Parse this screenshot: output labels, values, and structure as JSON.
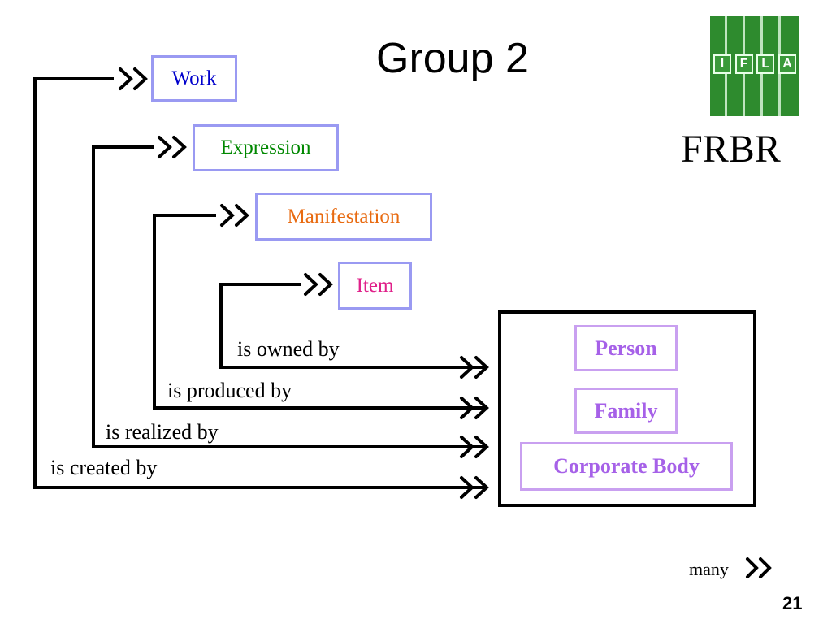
{
  "slide": {
    "title": "Group 2",
    "subtitle": "FRBR",
    "page_number": "21",
    "logo_letters": [
      "I",
      "F",
      "L",
      "A"
    ]
  },
  "group1": [
    {
      "label": "Work",
      "color": "#0000cc"
    },
    {
      "label": "Expression",
      "color": "#008800"
    },
    {
      "label": "Manifestation",
      "color": "#e86a10"
    },
    {
      "label": "Item",
      "color": "#e0208a"
    }
  ],
  "group2": [
    {
      "label": "Person"
    },
    {
      "label": "Family"
    },
    {
      "label": "Corporate Body"
    }
  ],
  "relationships": [
    {
      "label": "is owned by"
    },
    {
      "label": "is produced by"
    },
    {
      "label": "is realized by"
    },
    {
      "label": "is created by"
    }
  ],
  "legend": {
    "label": "many",
    "icon": "double-arrow-icon"
  },
  "colors": {
    "entity_border": "#9a9af2",
    "group2_text": "#a661e8",
    "group2_border": "#c9a0f0"
  }
}
